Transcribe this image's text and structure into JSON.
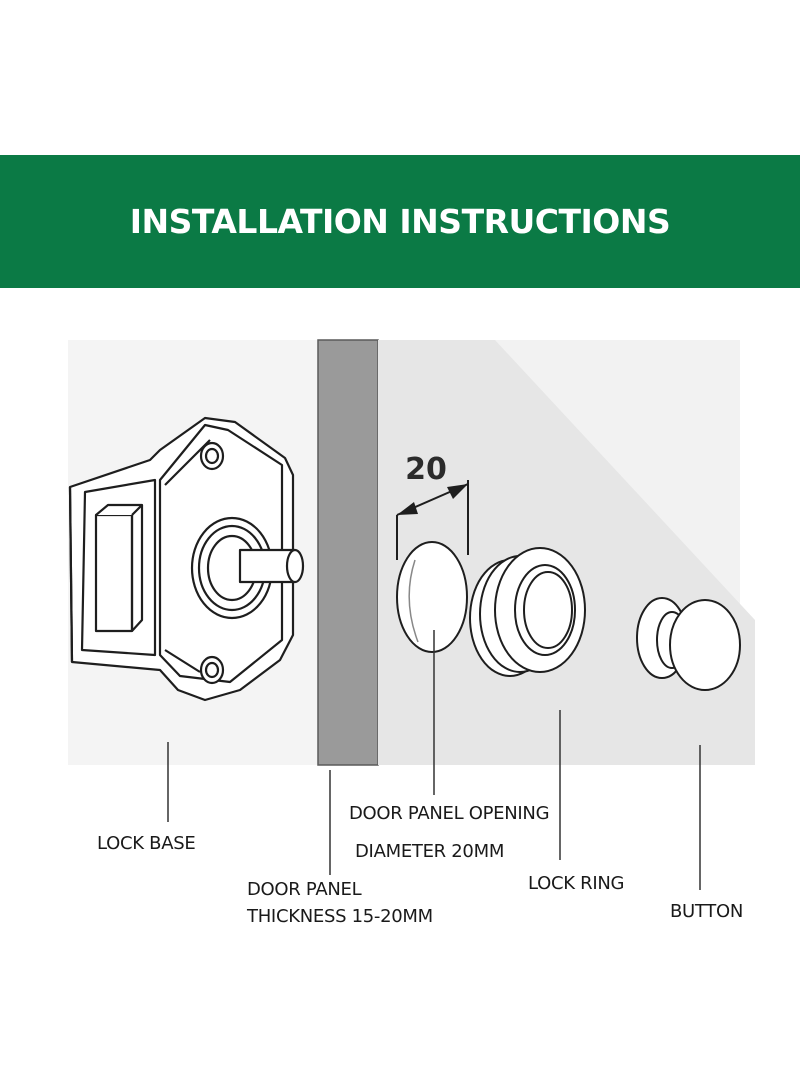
{
  "banner": {
    "title": "INSTALLATION INSTRUCTIONS",
    "color": "#0b7a45"
  },
  "dimension": {
    "value": "20"
  },
  "labels": {
    "lock_base": "LOCK BASE",
    "door_panel_line1": "DOOR PANEL",
    "door_panel_line2": "THICKNESS 15-20MM",
    "opening_line1": "DOOR PANEL OPENING",
    "opening_line2": "DIAMETER 20MM",
    "lock_ring": "LOCK RING",
    "button": "BUTTON"
  }
}
